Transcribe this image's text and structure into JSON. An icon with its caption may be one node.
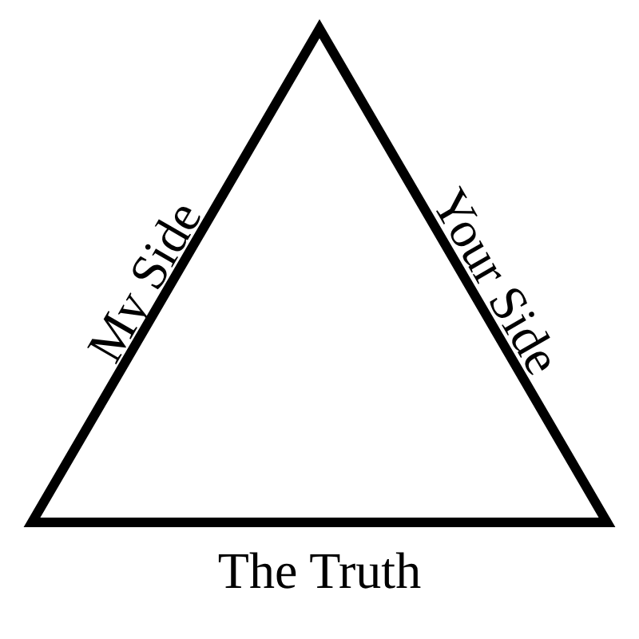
{
  "diagram": {
    "nodes": [
      {
        "text": [],
        "shape": "triangle"
      }
    ],
    "labels": [
      "My Side",
      "Your Side",
      "The Truth"
    ]
  }
}
